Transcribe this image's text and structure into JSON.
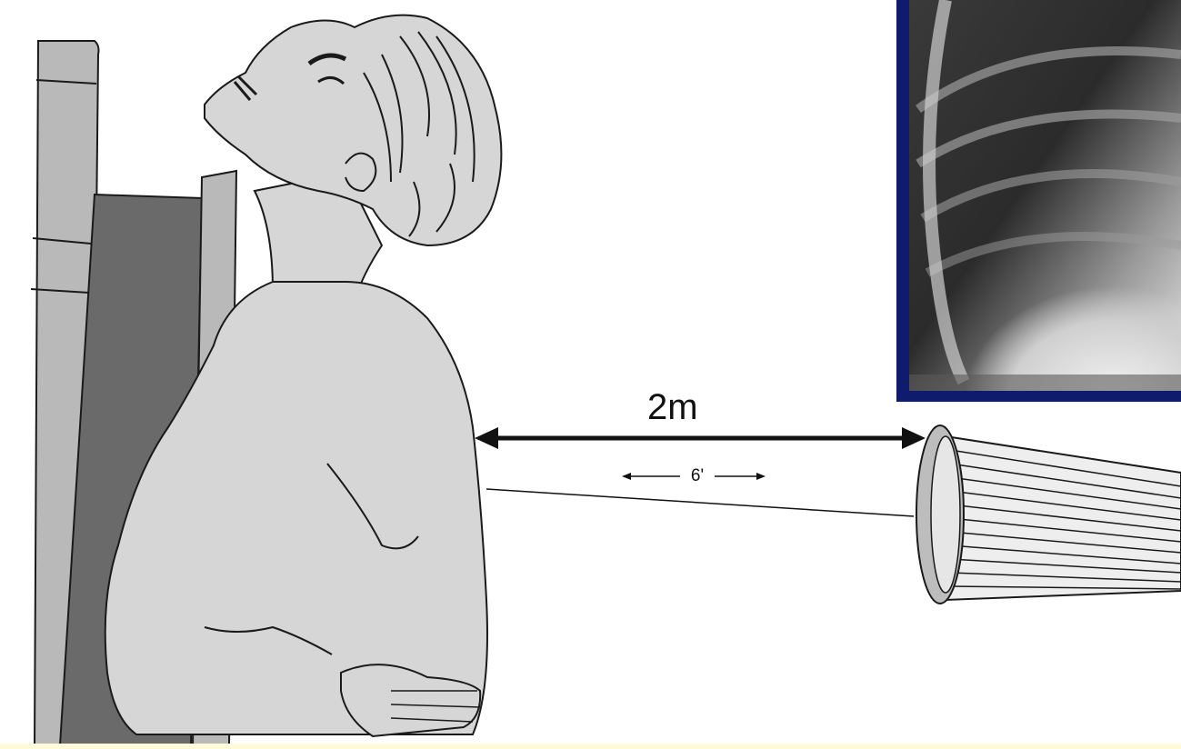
{
  "distance_metric": "2m",
  "distance_imperial": "6'",
  "colors": {
    "background": "#ffffff",
    "skin_fill": "#d6d6d6",
    "outline": "#1a1a1a",
    "chair_light": "#b9b9b9",
    "chair_dark": "#6a6a6a",
    "xray_frame": "#101a6e",
    "bottom_strip": "#fffbd8"
  },
  "icons": [
    "seated-patient-illustration",
    "chair-illustration",
    "chest-xray-image",
    "xray-tube-illustration",
    "double-arrow-icon"
  ]
}
